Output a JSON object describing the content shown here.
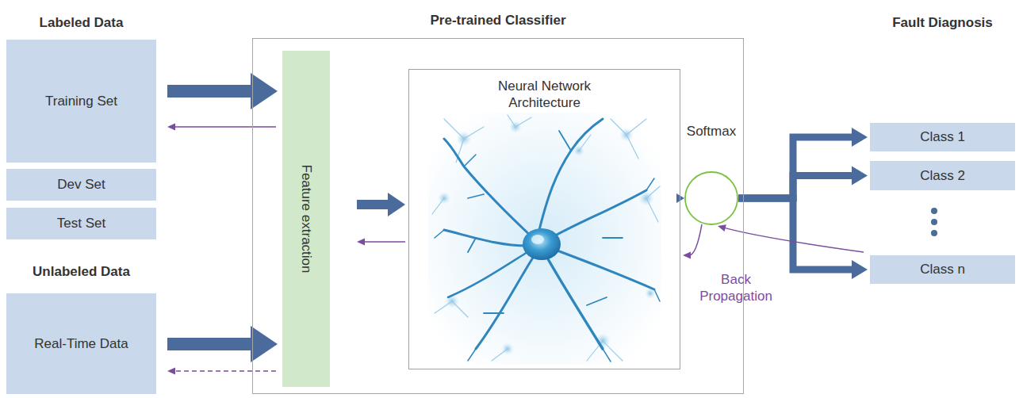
{
  "diagram": {
    "nodes": [
      {
        "text": [
          "Training Set"
        ]
      },
      {
        "text": [
          "Dev Set"
        ]
      },
      {
        "text": [
          "Test Set"
        ]
      },
      {
        "text": [
          "Real-Time Data"
        ]
      },
      {
        "text": [
          "Pre-trained Classifier"
        ]
      },
      {
        "text": [
          "Feature extraction"
        ],
        "in": 4
      },
      {
        "text": [
          "Neural Network Architecture"
        ],
        "in": 4
      },
      {
        "text": [
          "Softmax"
        ],
        "in": 4
      },
      {
        "text": [
          "Class 1"
        ]
      },
      {
        "text": [
          "Class 2"
        ]
      },
      {
        "text": [
          "Class n"
        ]
      }
    ],
    "edges": [
      {
        "from": 0,
        "to": 5,
        "arrow": "to"
      },
      {
        "from": 5,
        "to": 0,
        "arrow": "to"
      },
      {
        "from": 3,
        "to": 5,
        "arrow": "to"
      },
      {
        "from": 5,
        "to": 3,
        "arrow": "to"
      },
      {
        "from": 5,
        "to": 6,
        "arrow": "to"
      },
      {
        "from": 6,
        "to": 5,
        "arrow": "to"
      },
      {
        "from": 6,
        "to": 7,
        "arrow": "to"
      },
      {
        "from": 7,
        "to": 8,
        "arrow": "to"
      },
      {
        "from": 7,
        "to": 9,
        "arrow": "to"
      },
      {
        "from": 7,
        "to": 10,
        "arrow": "to"
      },
      {
        "from": 10,
        "to": 7,
        "arrow": "to"
      },
      {
        "from": 7,
        "to": 6,
        "arrow": "to"
      }
    ],
    "labels": [
      "Labeled Data",
      "Unlabeled Data",
      "Fault Diagnosis",
      "Back Propagation"
    ]
  }
}
